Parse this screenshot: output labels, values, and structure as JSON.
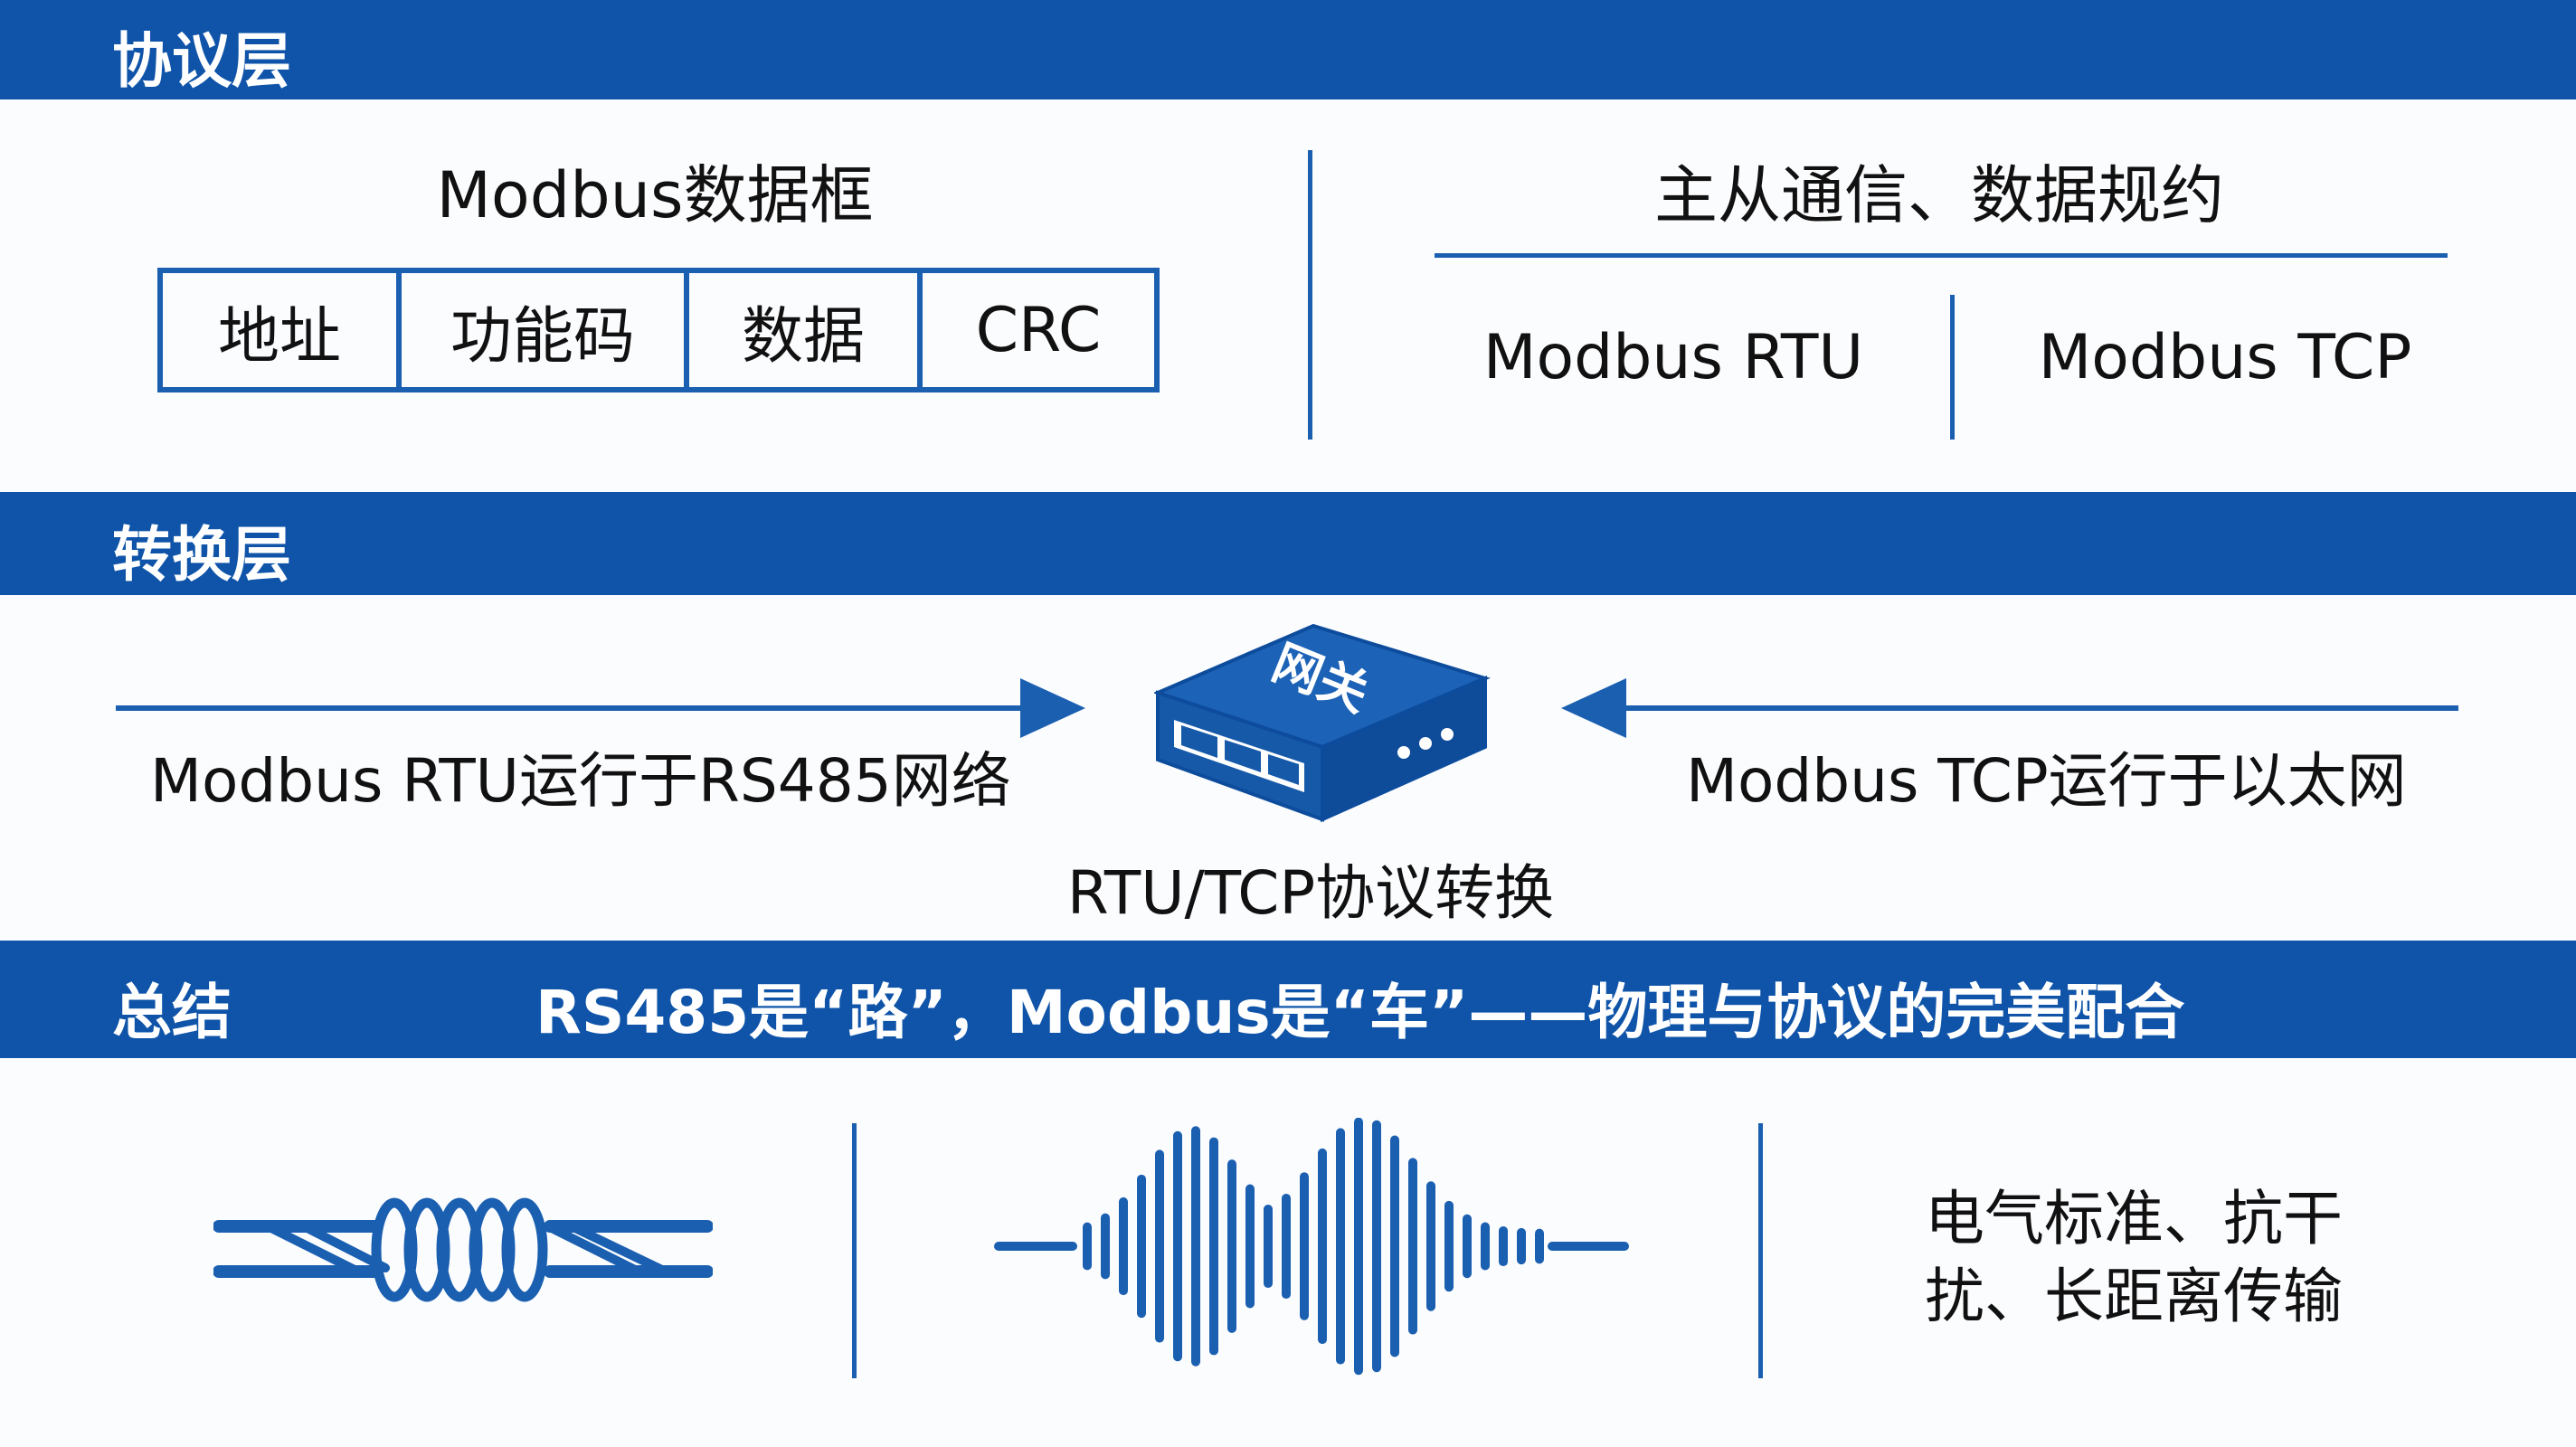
{
  "protocol_layer": {
    "title": "协议层",
    "frame_title": "Modbus数据框",
    "frame_fields": [
      "地址",
      "功能码",
      "数据",
      "CRC"
    ],
    "right_title": "主从通信、数据规约",
    "variants": [
      "Modbus RTU",
      "Modbus TCP"
    ]
  },
  "conversion_layer": {
    "title": "转换层",
    "left_text": "Modbus RTU运行于RS485网络",
    "right_text": "Modbus TCP运行于以太网",
    "gateway_label": "网关",
    "caption": "RTU/TCP协议转换"
  },
  "summary": {
    "title": "总结",
    "slogan": "RS485是“路”，Modbus是“车”——物理与协议的完美配合",
    "characteristics_line1": "电气标准、抗干",
    "characteristics_line2": "扰、长距离传输"
  },
  "colors": {
    "band": "#0f54a8",
    "line": "#1a5fb0",
    "background": "#fbfcfe"
  }
}
